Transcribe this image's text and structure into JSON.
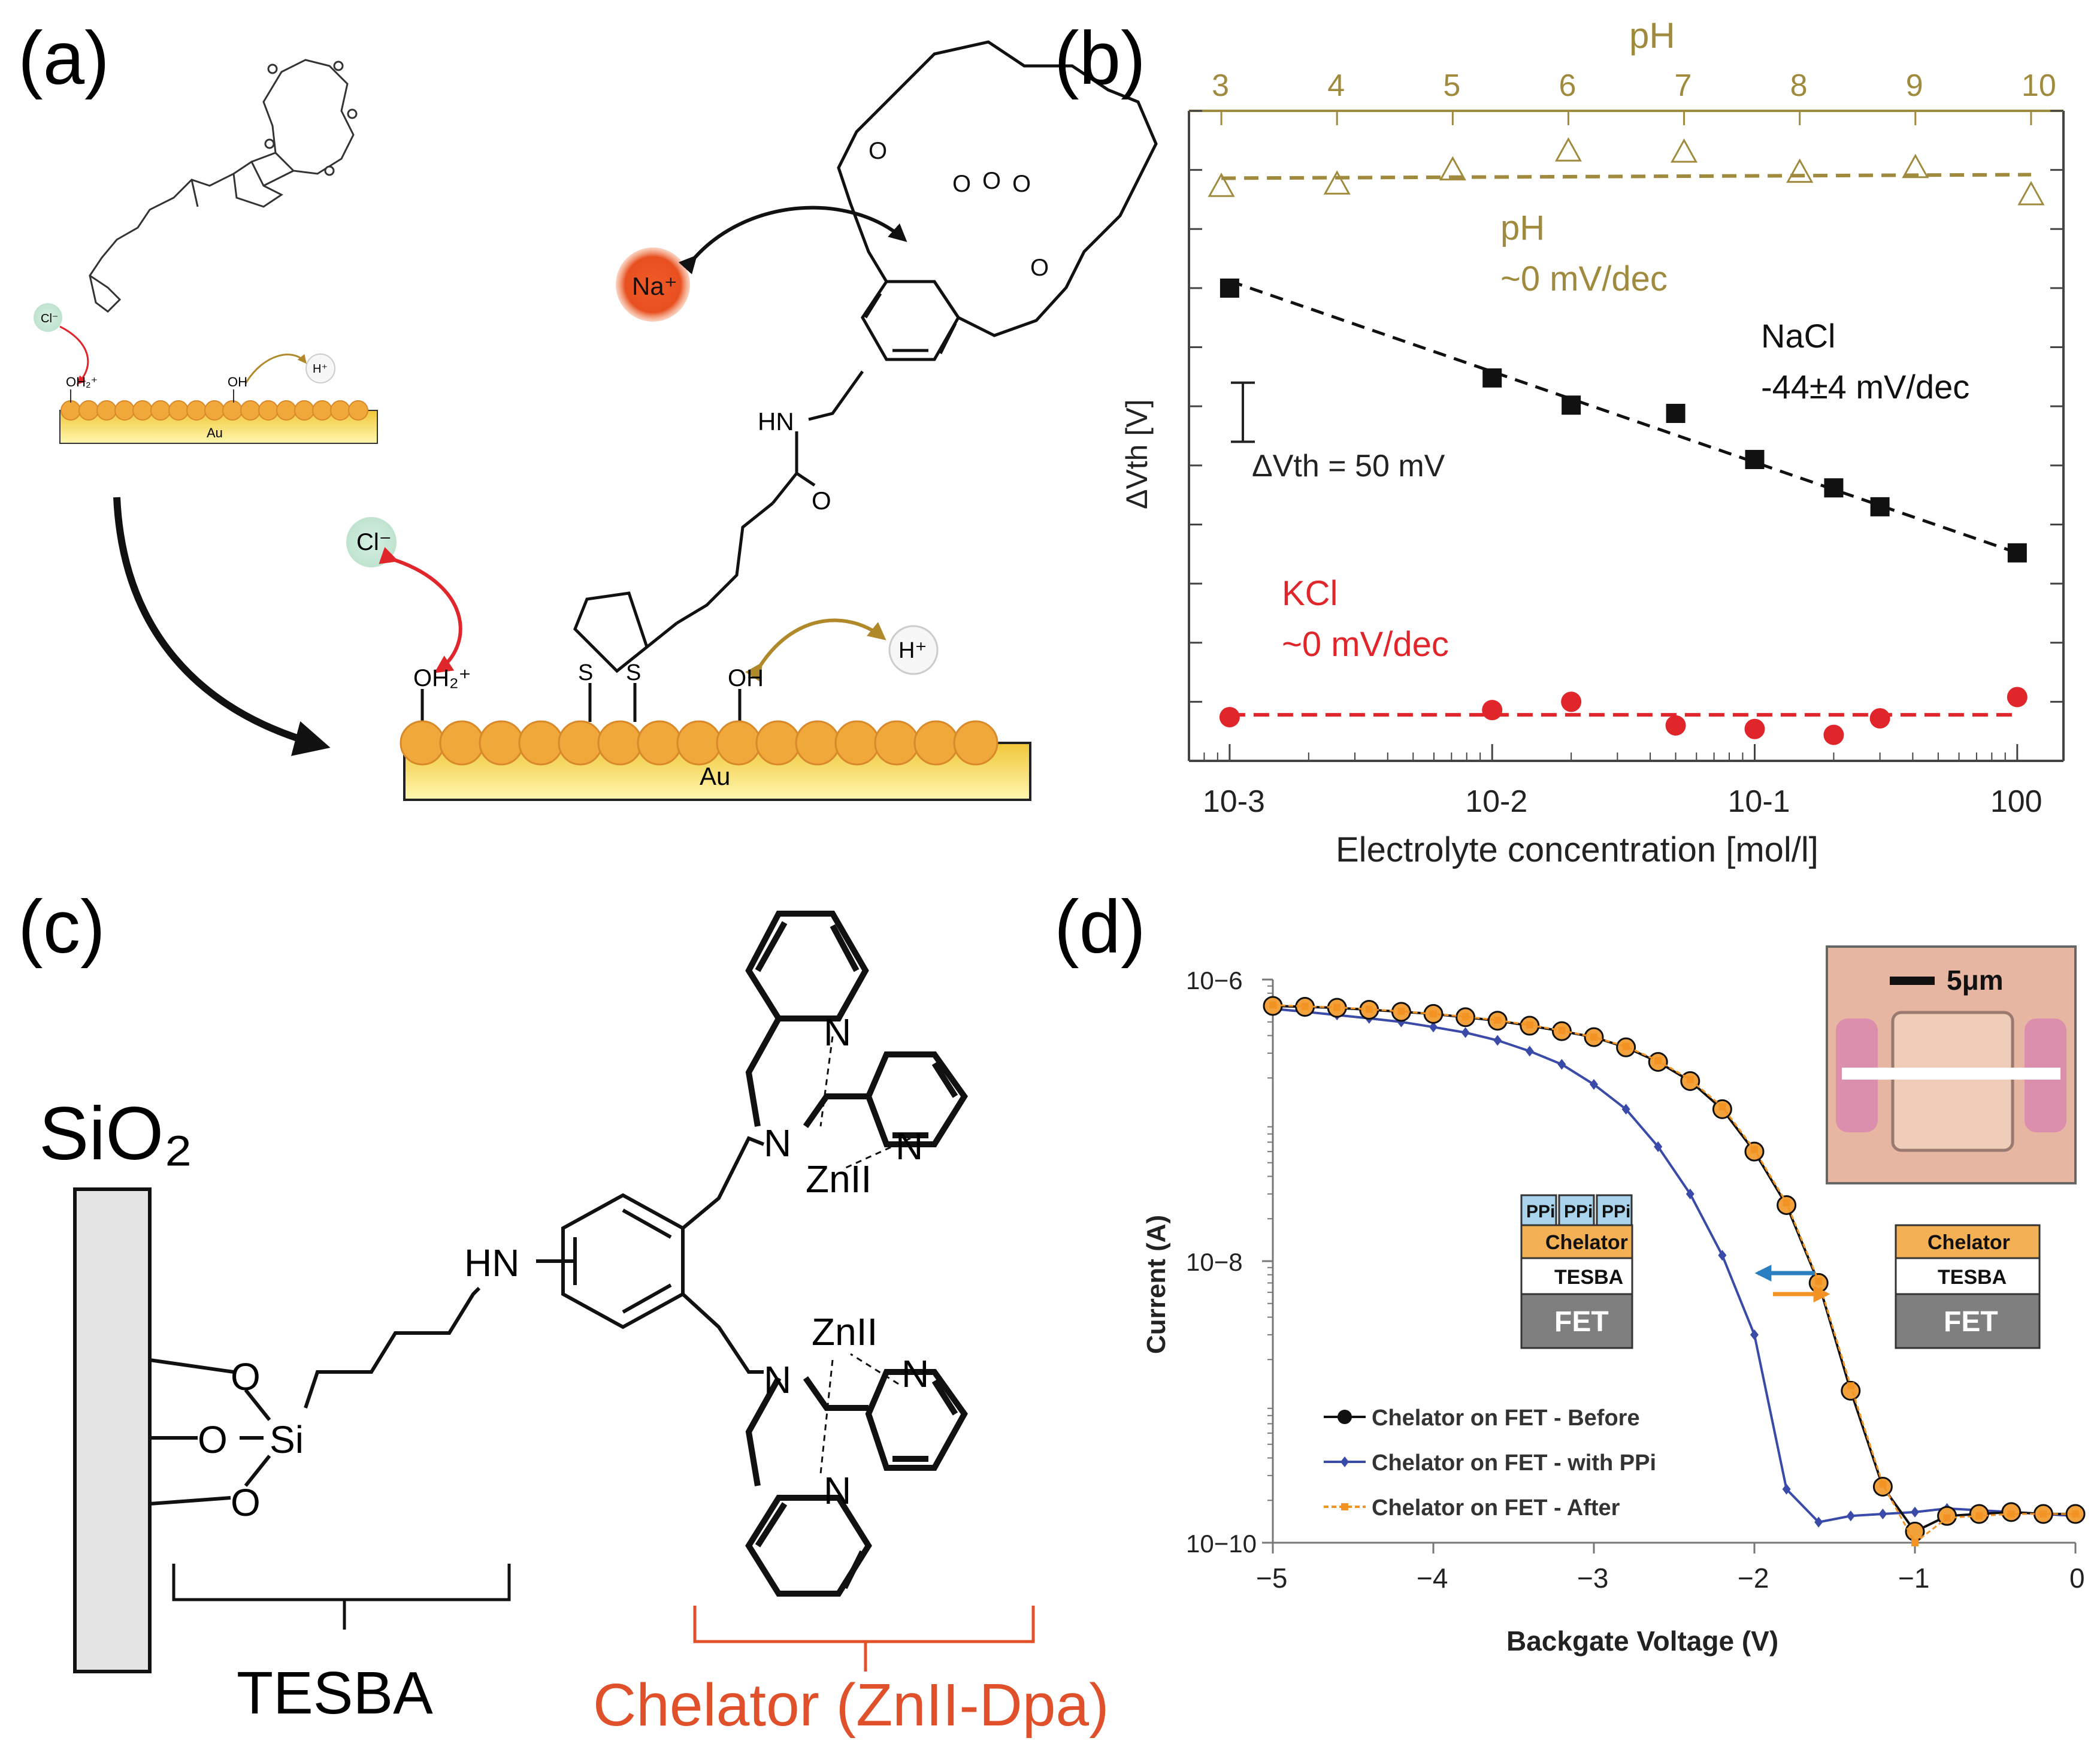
{
  "panels": {
    "a": {
      "label": "(a)",
      "small": {
        "cl": "Cl⁻",
        "h": "H⁺",
        "oh2": "OH₂⁺",
        "oh": "OH",
        "au": "Au"
      },
      "large": {
        "na": "Na⁺",
        "cl": "Cl⁻",
        "h": "H⁺",
        "oh2": "OH₂⁺",
        "oh": "OH",
        "s1": "S",
        "s2": "S",
        "hn": "HN",
        "o": "O",
        "au": "Au"
      }
    },
    "b": {
      "label": "(b)",
      "top_axis_label": "pH",
      "ylabel": "ΔVth [V]",
      "xlabel": "Electrolyte concentration [mol/l]",
      "scale_label": "ΔVth = 50 mV",
      "annotations": {
        "ph_name": "pH",
        "ph_slope": "~0 mV/dec",
        "nacl_name": "NaCl",
        "nacl_slope": "-44±4 mV/dec",
        "kcl_name": "KCl",
        "kcl_slope": "~0 mV/dec"
      }
    },
    "c": {
      "label": "(c)",
      "sio2": "SiO₂",
      "tesba": "TESBA",
      "chelator": "Chelator (ZnII-Dpa)",
      "atoms": {
        "si": "Si",
        "hn": "HN",
        "zn": "ZnII",
        "n": "N",
        "o": "O"
      }
    },
    "d": {
      "label": "(d)",
      "ylabel": "Current (A)",
      "xlabel": "Backgate Voltage (V)",
      "inset_scale": "5μm",
      "stack_left": [
        "PPi",
        "PPi",
        "PPi"
      ],
      "stack_labels": {
        "chelator": "Chelator",
        "tesba": "TESBA",
        "fet": "FET"
      }
    }
  },
  "chart_data": [
    {
      "type": "scatter",
      "panel": "b",
      "xscale": "log",
      "xlabel": "Electrolyte concentration [mol/l]",
      "ylabel": "ΔVth [V]",
      "xlim": [
        0.0007,
        1.5
      ],
      "ylim": [
        -0.2,
        0.35
      ],
      "xticks": [
        "10-3",
        "10-2",
        "10-1",
        "100"
      ],
      "top_axis": {
        "label": "pH",
        "ticks": [
          3,
          4,
          5,
          6,
          7,
          8,
          9,
          10
        ]
      },
      "series": [
        {
          "name": "pH",
          "color": "#a08a3e",
          "marker": "open-triangle",
          "top_axis_x": [
            3,
            4,
            5,
            6,
            7,
            8,
            9,
            10
          ],
          "y": [
            0.286,
            0.288,
            0.3,
            0.316,
            0.315,
            0.298,
            0.302,
            0.279
          ],
          "fit_y": 0.293
        },
        {
          "name": "NaCl",
          "color": "#111111",
          "marker": "filled-square",
          "x": [
            0.001,
            0.01,
            0.02,
            0.05,
            0.1,
            0.2,
            0.3,
            1.0
          ],
          "y": [
            0.2,
            0.124,
            0.101,
            0.094,
            0.055,
            0.031,
            0.015,
            -0.024
          ],
          "fit": {
            "y_at_0.001": 0.206,
            "y_at_1": -0.024
          }
        },
        {
          "name": "KCl",
          "color": "#e0262b",
          "marker": "filled-circle",
          "x": [
            0.001,
            0.01,
            0.02,
            0.05,
            0.1,
            0.2,
            0.3,
            1.0
          ],
          "y": [
            -0.163,
            -0.157,
            -0.15,
            -0.17,
            -0.173,
            -0.178,
            -0.164,
            -0.146
          ],
          "fit_y": -0.161
        }
      ]
    },
    {
      "type": "line",
      "panel": "d",
      "yscale": "log",
      "xlabel": "Backgate Voltage (V)",
      "ylabel": "Current (A)",
      "xlim": [
        -5,
        0
      ],
      "ylim": [
        1e-10,
        1e-06
      ],
      "xticks": [
        "−5",
        "−4",
        "−3",
        "−2",
        "−1",
        "0"
      ],
      "yticks": [
        "10−6",
        "10−8",
        "10−10"
      ],
      "series": [
        {
          "name": "Chelator on FET - Before",
          "color": "#111111",
          "marker": "circle",
          "x": [
            -5,
            -4.8,
            -4.6,
            -4.4,
            -4.2,
            -4,
            -3.8,
            -3.6,
            -3.4,
            -3.2,
            -3,
            -2.8,
            -2.6,
            -2.4,
            -2.2,
            -2,
            -1.8,
            -1.6,
            -1.4,
            -1.2,
            -1,
            -0.8,
            -0.6,
            -0.4,
            -0.2,
            0
          ],
          "y": [
            6.5e-07,
            6.4e-07,
            6.3e-07,
            6.1e-07,
            5.9e-07,
            5.7e-07,
            5.4e-07,
            5.1e-07,
            4.7e-07,
            4.3e-07,
            3.9e-07,
            3.3e-07,
            2.6e-07,
            1.9e-07,
            1.2e-07,
            6e-08,
            2.5e-08,
            7e-09,
            1.2e-09,
            2.5e-10,
            1.2e-10,
            1.55e-10,
            1.6e-10,
            1.65e-10,
            1.6e-10,
            1.6e-10
          ]
        },
        {
          "name": "Chelator on FET - with PPi",
          "color": "#3a4aa8",
          "marker": "diamond",
          "x": [
            -5,
            -4.8,
            -4.6,
            -4.4,
            -4.2,
            -4,
            -3.8,
            -3.6,
            -3.4,
            -3.2,
            -3,
            -2.8,
            -2.6,
            -2.4,
            -2.2,
            -2,
            -1.8,
            -1.6,
            -1.4,
            -1.2,
            -1,
            -0.8,
            -0.6,
            -0.4,
            -0.2,
            0
          ],
          "y": [
            6.2e-07,
            5.9e-07,
            5.6e-07,
            5.3e-07,
            5e-07,
            4.6e-07,
            4.2e-07,
            3.7e-07,
            3.1e-07,
            2.5e-07,
            1.8e-07,
            1.2e-07,
            6.5e-08,
            3e-08,
            1.1e-08,
            3e-09,
            2.4e-10,
            1.4e-10,
            1.55e-10,
            1.6e-10,
            1.65e-10,
            1.75e-10,
            1.7e-10,
            1.65e-10,
            1.6e-10,
            1.55e-10
          ]
        },
        {
          "name": "Chelator on FET - After",
          "color": "#f39324",
          "marker": "square",
          "x": [
            -5,
            -4.8,
            -4.6,
            -4.4,
            -4.2,
            -4,
            -3.8,
            -3.6,
            -3.4,
            -3.2,
            -3,
            -2.8,
            -2.6,
            -2.4,
            -2.2,
            -2,
            -1.8,
            -1.6,
            -1.4,
            -1.2,
            -1,
            -0.8,
            -0.6,
            -0.4,
            -0.2,
            0
          ],
          "y": [
            6.6e-07,
            6.45e-07,
            6.35e-07,
            6.15e-07,
            5.95e-07,
            5.7e-07,
            5.45e-07,
            5.15e-07,
            4.75e-07,
            4.35e-07,
            3.9e-07,
            3.35e-07,
            2.65e-07,
            1.95e-07,
            1.25e-07,
            6.2e-08,
            2.6e-08,
            7.2e-09,
            1.3e-09,
            2.6e-10,
            1e-10,
            1.5e-10,
            1.55e-10,
            1.6e-10,
            1.6e-10,
            1.6e-10
          ]
        }
      ]
    }
  ]
}
